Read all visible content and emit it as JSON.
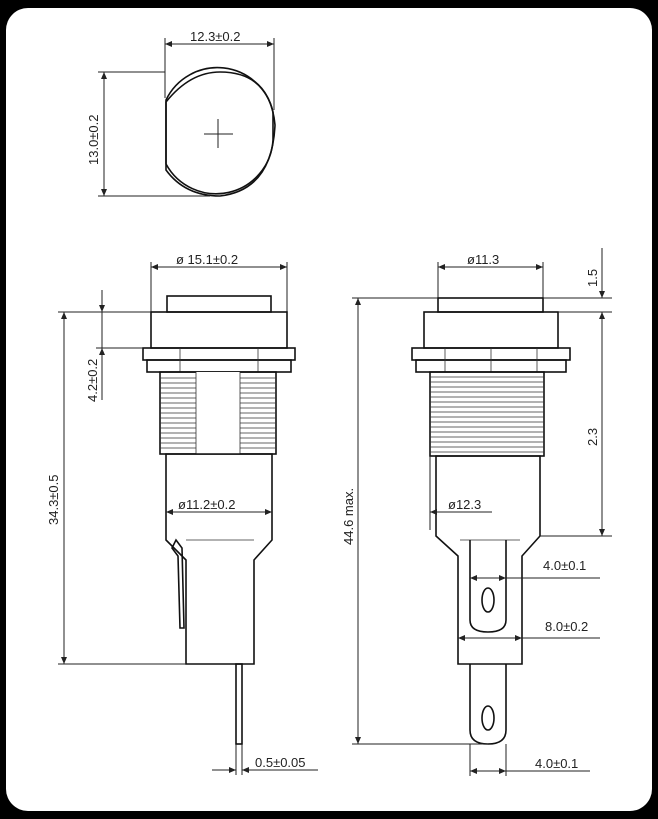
{
  "drawing": {
    "top_view": {
      "width_label": "12.3±0.2",
      "height_label": "13.0±0.2"
    },
    "left_view": {
      "head_diameter_label": "ø 15.1±0.2",
      "flange_height_label": "4.2±0.2",
      "overall_height_label": "34.3±0.5",
      "body_diameter_label": "ø11.2±0.2",
      "pin_thickness_label": "0.5±0.05"
    },
    "right_view": {
      "head_diameter_label": "ø11.3",
      "cap_height_label": "1.5",
      "body_length_label": "2.3",
      "total_length_label": "44.6 max.",
      "thread_diameter_label": "ø12.3",
      "terminal_width_label": "4.0±0.1",
      "terminal_spacing_label": "8.0±0.2",
      "terminal_width_bottom_label": "4.0±0.1"
    }
  },
  "colors": {
    "background": "#000000",
    "sheet": "#ffffff",
    "line": "#222222"
  }
}
